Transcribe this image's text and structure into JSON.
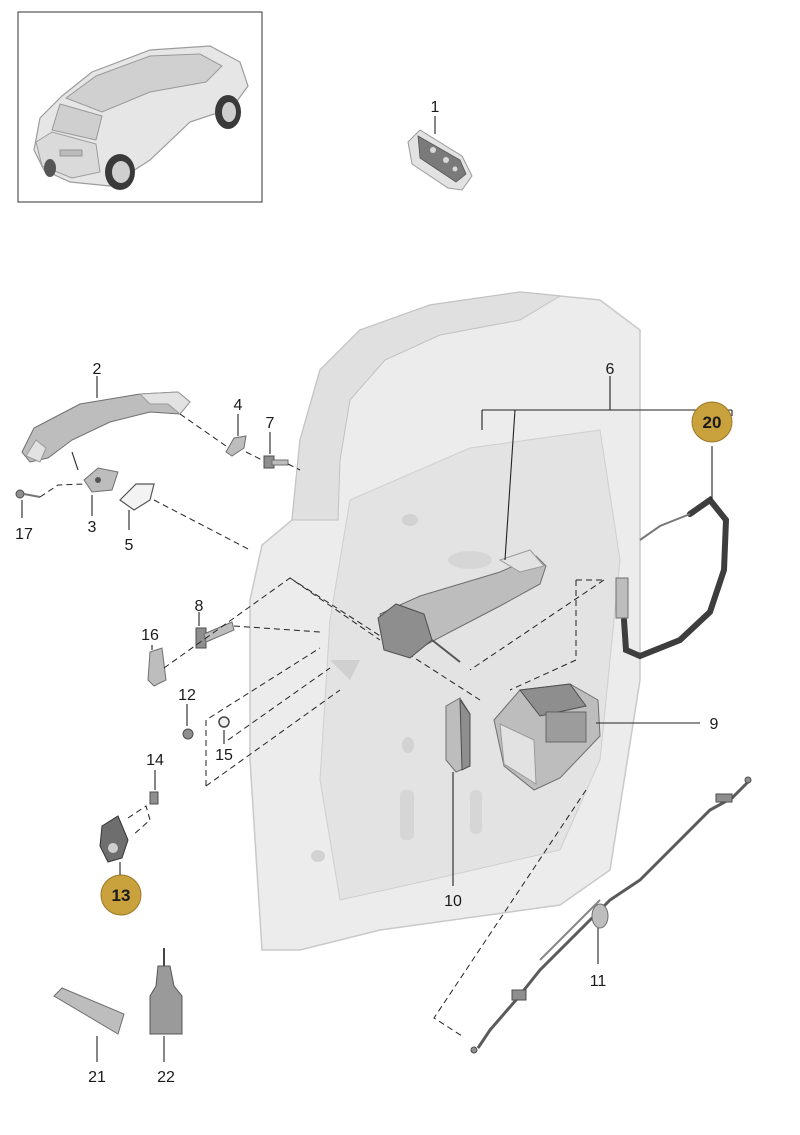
{
  "labels": {
    "p1": "1",
    "p2": "2",
    "p3": "3",
    "p4": "4",
    "p5": "5",
    "p6": "6",
    "p7": "7",
    "p8": "8",
    "p9": "9",
    "p10": "10",
    "p11": "11",
    "p12": "12",
    "p13": "13",
    "p14": "14",
    "p15": "15",
    "p16": "16",
    "p17": "17",
    "p20": "20",
    "p21": "21",
    "p22": "22"
  },
  "colors": {
    "badge": "#c9a13d",
    "line": "#222222",
    "door": "#e9e9e9"
  }
}
